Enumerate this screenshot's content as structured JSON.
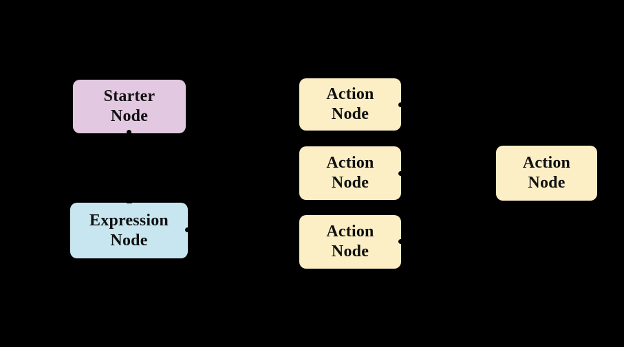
{
  "canvas": {
    "background": "#000000"
  },
  "diagram": {
    "text_color": "#111111",
    "connector_marks": {
      "color": "#000000"
    },
    "nodes": [
      {
        "id": "starter-node",
        "label": "Starter\nNode",
        "fill": "#E2C8E0"
      },
      {
        "id": "expression-node",
        "label": "Expression\nNode",
        "fill": "#C8E6F0"
      },
      {
        "id": "action-node-1",
        "label": "Action\nNode",
        "fill": "#FCEEC5"
      },
      {
        "id": "action-node-2",
        "label": "Action\nNode",
        "fill": "#FCEEC5"
      },
      {
        "id": "action-node-3",
        "label": "Action\nNode",
        "fill": "#FCEEC5"
      },
      {
        "id": "action-node-right",
        "label": "Action\nNode",
        "fill": "#FCEEC5"
      }
    ]
  }
}
